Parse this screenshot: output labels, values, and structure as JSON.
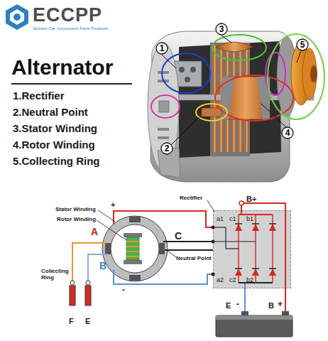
{
  "diagram": {
    "title": "Alternator",
    "nodes": [
      {
        "text": [
          "3"
        ]
      },
      {
        "text": [
          "5"
        ]
      },
      {
        "text": [
          "1"
        ]
      },
      {
        "text": [
          "4"
        ]
      },
      {
        "text": [
          "2"
        ]
      },
      {
        "text": [
          "Rectifier"
        ]
      }
    ],
    "labels": [
      "ECCPP",
      "Epsilon Car Component Parts Producer",
      "1.Rectifier",
      "2.Neutral Point",
      "3.Stator Winding",
      "4.Rotor Winding",
      "5.Collecting Ring",
      "+",
      "B+",
      "Stator Winding",
      "Rotor Winding",
      "a1",
      "c1",
      "b1",
      "A",
      "C",
      "Neutral Point",
      "B",
      "Collecting Ring",
      "a2",
      "c2",
      "b2",
      "-",
      "E",
      "-",
      "B",
      "+",
      "F",
      "E"
    ]
  }
}
